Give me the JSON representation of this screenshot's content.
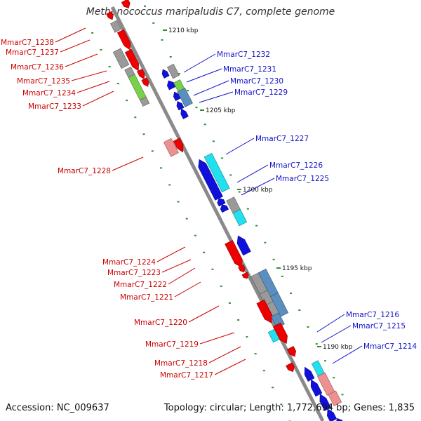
{
  "title": "Methanococcus maripaludis C7, complete genome",
  "footer": {
    "accession": "Accession: NC_009637",
    "summary": "Topology: circular; Length: 1,772,694 bp; Genes: 1,835"
  },
  "colors": {
    "backbone": "#8a8a8a",
    "forward_gene": "#ee0000",
    "reverse_gene": "#1010dd",
    "forward_label": "#cc0000",
    "reverse_label": "#1010cc",
    "tick": "#2f8f2f",
    "cyan_gene": "#22e0ee",
    "steel_gene": "#5a8fc0",
    "pink_gene": "#ee9090",
    "gray_gene": "#9a9a9a",
    "green_gene": "#7ad04a"
  },
  "ruler": [
    {
      "label": "1210 kbp"
    },
    {
      "label": "1205 kbp"
    },
    {
      "label": "1200 kbp"
    },
    {
      "label": "1195 kbp"
    },
    {
      "label": "1190 kbp"
    }
  ],
  "genes_forward": [
    {
      "label": "MmarC7_1238"
    },
    {
      "label": "MmarC7_1237"
    },
    {
      "label": "MmarC7_1236"
    },
    {
      "label": "MmarC7_1235"
    },
    {
      "label": "MmarC7_1234"
    },
    {
      "label": "MmarC7_1233"
    },
    {
      "label": "MmarC7_1228"
    },
    {
      "label": "MmarC7_1224"
    },
    {
      "label": "MmarC7_1223"
    },
    {
      "label": "MmarC7_1222"
    },
    {
      "label": "MmarC7_1221"
    },
    {
      "label": "MmarC7_1220"
    },
    {
      "label": "MmarC7_1219"
    },
    {
      "label": "MmarC7_1218"
    },
    {
      "label": "MmarC7_1217"
    }
  ],
  "genes_reverse": [
    {
      "label": "MmarC7_1232"
    },
    {
      "label": "MmarC7_1231"
    },
    {
      "label": "MmarC7_1230"
    },
    {
      "label": "MmarC7_1229"
    },
    {
      "label": "MmarC7_1227"
    },
    {
      "label": "MmarC7_1226"
    },
    {
      "label": "MmarC7_1225"
    },
    {
      "label": "MmarC7_1216"
    },
    {
      "label": "MmarC7_1215"
    },
    {
      "label": "MmarC7_1214"
    }
  ]
}
